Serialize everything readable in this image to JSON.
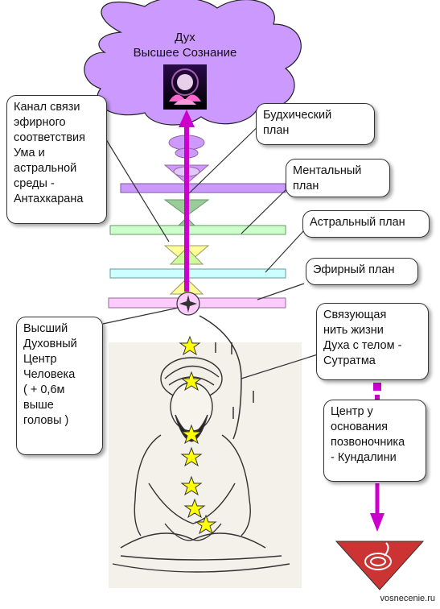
{
  "cloud": {
    "line1": "Дух",
    "line2": "Высшее Сознание"
  },
  "labels": {
    "antahkarana": [
      "Канал связи",
      "эфирного",
      "соответствия",
      "Ума и",
      "астральной",
      "среды -",
      "Антахкарана"
    ],
    "buddhic": [
      "Будхический",
      "план"
    ],
    "mental": [
      "Ментальный",
      "план"
    ],
    "astral": [
      "Астральный план"
    ],
    "etheric": [
      "Эфирный план"
    ],
    "higher_center": [
      "Высший",
      "Духовный",
      "Центр",
      "Человека",
      "( + 0,6м",
      "выше",
      "головы )"
    ],
    "sutratma": [
      "Связующая",
      "нить жизни",
      "Духа с телом -",
      "Сутратма"
    ],
    "kundalini": [
      "Центр у",
      "основания",
      "позвоночника",
      "- Кундалини"
    ]
  },
  "watermark": "vosnecenie.ru",
  "colors": {
    "cloud": "#cc99ff",
    "channel": "#cc00cc",
    "buddhic_bar": "#cc99ff",
    "mental_bar": "#ccffcc",
    "astral_bar": "#ccffff",
    "etheric_bar": "#ffccff",
    "diamond_yellow": "#ffff99",
    "star": "#ffff00",
    "triangle": "#cc3333"
  }
}
